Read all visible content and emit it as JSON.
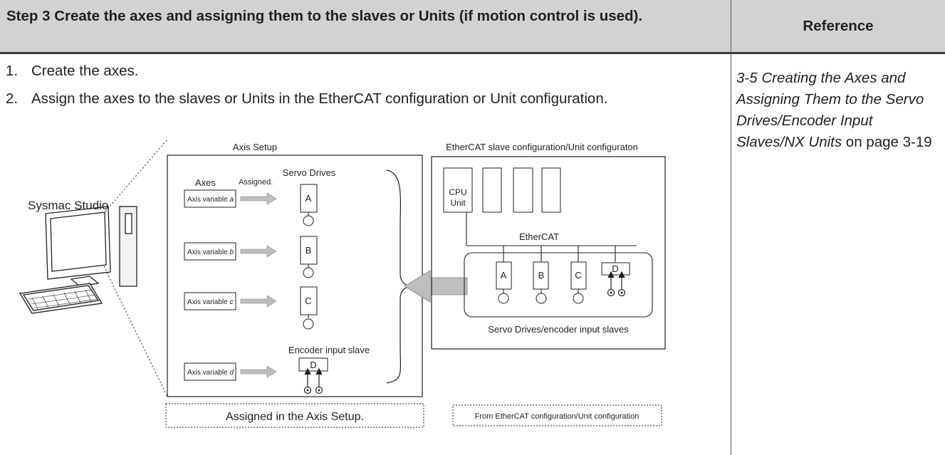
{
  "header": {
    "step_title": "Step 3 Create the axes and assigning them to the slaves or Units (if motion control is used).",
    "reference_title": "Reference"
  },
  "instructions": [
    {
      "number": "1.",
      "text": "Create the axes."
    },
    {
      "number": "2.",
      "text": "Assign the axes to the slaves or Units in the EtherCAT configuration or Unit configuration."
    }
  ],
  "reference": {
    "link_text": "3-5 Creating the Axes and Assigning Them to the Servo Drives/Encoder Input Slaves/NX Units",
    "page_suffix": " on page 3-19"
  },
  "diagram": {
    "sysmac_label": "Sysmac Studio",
    "axis_setup_title": "Axis Setup",
    "ethercat_config_title": "EtherCAT slave configuration/Unit configuraton",
    "axes_label": "Axes",
    "assigned_label": "Assigned.",
    "servo_drives_label": "Servo Drives",
    "axis_variable_prefix": "Axis variable",
    "axis_variables": [
      "a",
      "b",
      "c",
      "d"
    ],
    "drive_letters": [
      "A",
      "B",
      "C",
      "D"
    ],
    "encoder_input_slave_label": "Encoder input slave",
    "cpu_unit_label_line1": "CPU",
    "cpu_unit_label_line2": "Unit",
    "ethercat_label": "EtherCAT",
    "slaves_caption": "Servo Drives/encoder input slaves",
    "assigned_caption": "Assigned in the Axis Setup.",
    "from_config_caption": "From EtherCAT configuration/Unit configuration"
  }
}
